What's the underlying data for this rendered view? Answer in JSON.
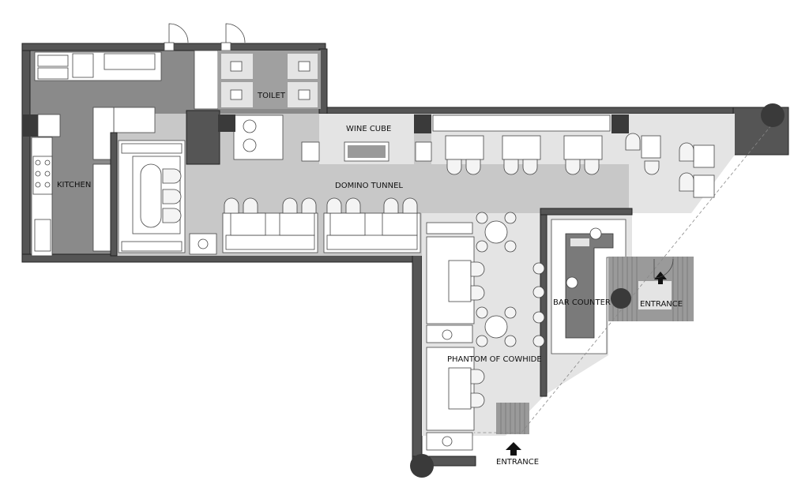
{
  "rooms": {
    "kitchen": "KITCHEN",
    "toilet": "TOILET",
    "wine_cube": "WINE CUBE",
    "domino_tunnel": "DOMINO TUNNEL",
    "bar_counter": "BAR COUNTER",
    "phantom_of_cowhide": "PHANTOM OF COWHIDE"
  },
  "entrances": {
    "south": "ENTRANCE",
    "east": "ENTRANCE"
  },
  "colors": {
    "wall": "#555555",
    "kitchen_floor": "#8a8a8a",
    "main_floor": "#c8c8c8",
    "light_floor": "#e4e4e4"
  }
}
